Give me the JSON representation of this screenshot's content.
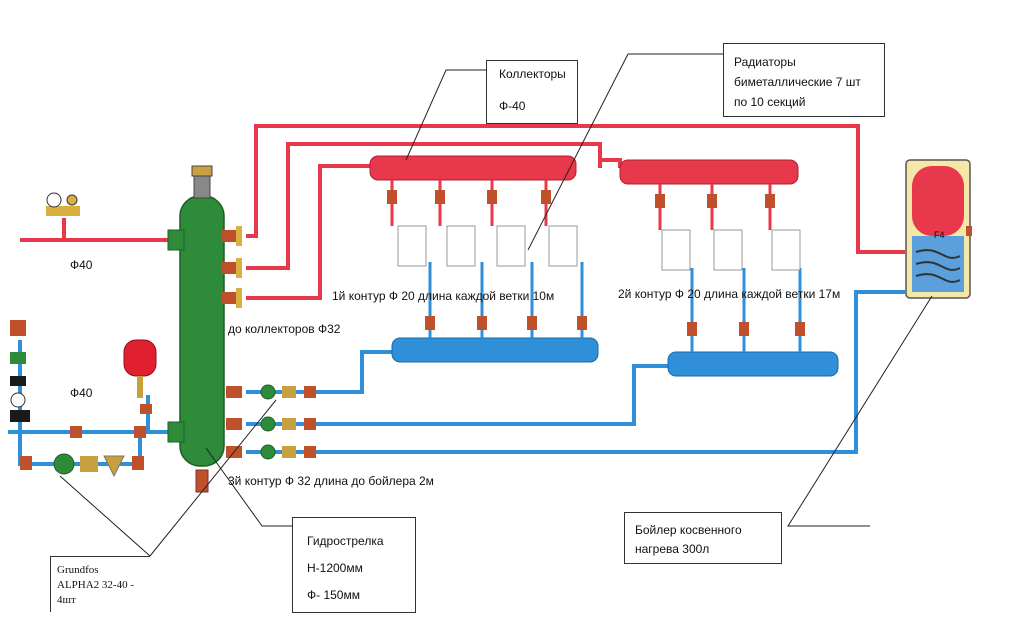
{
  "colors": {
    "supply_pipe": "#e8384b",
    "return_pipe": "#2f8fd8",
    "hydro_arrow": "#2e8b3a",
    "valve": "#c0502a",
    "radiator": "#ffffff",
    "expansion_tank": "#e02030"
  },
  "callouts": {
    "collectors": {
      "line1": "Коллекторы",
      "line2": "Ф-40"
    },
    "radiators": {
      "line1": "Радиаторы",
      "line2": "биметаллические 7 шт",
      "line3": "по 10 секций"
    },
    "hydro": {
      "line1": "Гидрострелка",
      "line2": "Н-1200мм",
      "line3": "Ф- 150мм"
    },
    "boiler": {
      "line1": "Бойлер косвенного",
      "line2": "нагрева 300л"
    },
    "pump": {
      "line1": "Grundfos",
      "line2": "ALPHA2 32-40 -",
      "line3": "4шт"
    }
  },
  "labels": {
    "pipe_main": "Ф40",
    "pipe_pump": "Ф40",
    "to_collectors": "до коллекторов Ф32",
    "circuit1": "1й контур Ф 20 длина каждой ветки 10м",
    "circuit2": "2й контур Ф 20 длина каждой ветки 17м",
    "circuit3": "3й контур Ф 32 длина до бойлера 2м",
    "boiler_tag": "F4"
  },
  "icons": {
    "pressure_gauge": "pressure-gauge-icon",
    "pump": "circulation-pump-icon",
    "filter": "strainer-icon",
    "air_vent": "air-vent-icon",
    "tank": "expansion-tank-icon"
  }
}
